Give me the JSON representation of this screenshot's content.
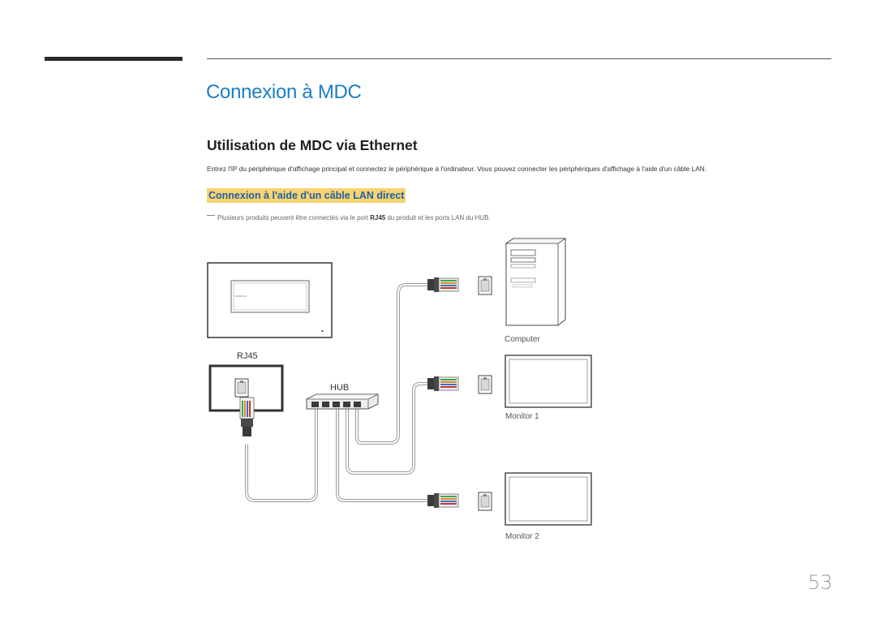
{
  "page": {
    "title": "Connexion à MDC",
    "section_title": "Utilisation de MDC via Ethernet",
    "body_text": "Entrez l'IP du périphérique d'affichage principal et connectez le périphérique à l'ordinateur. Vous pouvez connecter les périphériques d'affichage à l'aide d'un câble LAN.",
    "subsection_title": "Connexion à l'aide d'un câble LAN direct",
    "note": {
      "before": "Plusieurs produits peuvent être connectés via le port ",
      "bold": "RJ45",
      "after": " du produit et les ports LAN du HUB."
    },
    "page_number": "53"
  },
  "diagram": {
    "rj45_label": "RJ45",
    "hub_label": "HUB",
    "computer_label": "Computer",
    "monitor1_label": "Monitor 1",
    "monitor2_label": "Monitor 2",
    "display_logo": "SAMSUNG"
  },
  "colors": {
    "title_blue": "#1b7ec3",
    "subsection_highlight": "#f7d46f",
    "subsection_text": "#1f5ea8"
  }
}
